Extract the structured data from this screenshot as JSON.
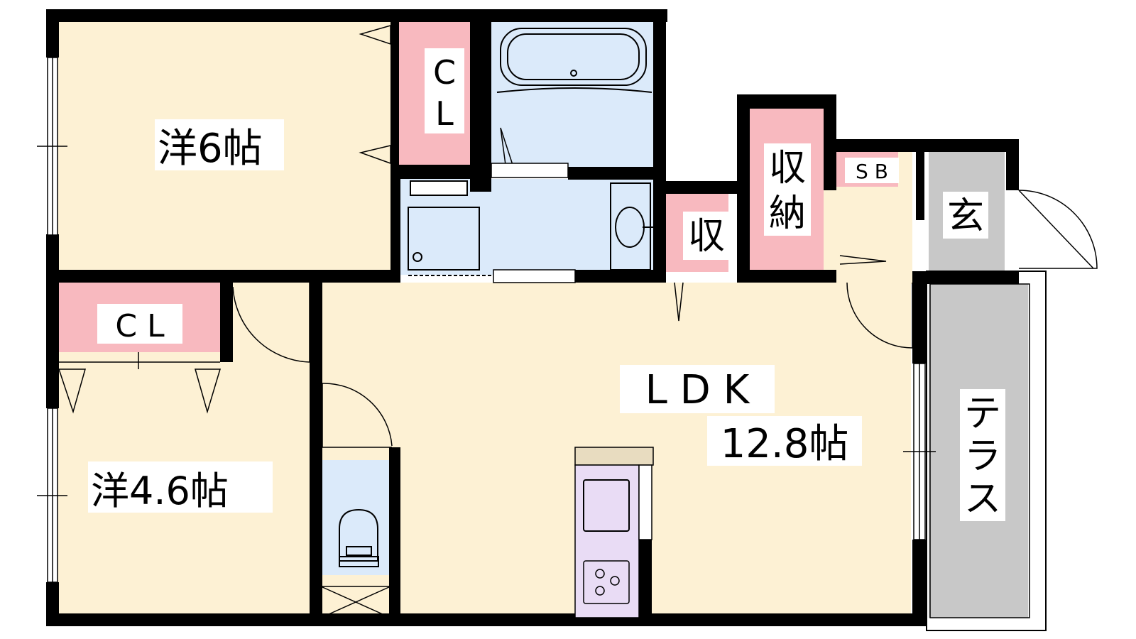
{
  "rooms": {
    "western_6": {
      "label": "洋6帖"
    },
    "western_46": {
      "label": "洋4.6帖"
    },
    "closet_top": {
      "label_line1": "C",
      "label_line2": "L"
    },
    "closet_left": {
      "label": "C L"
    },
    "ldk": {
      "label": "L D K",
      "size": "12.8帖"
    },
    "storage_small": {
      "label": "収"
    },
    "storage": {
      "label_line1": "収",
      "label_line2": "納"
    },
    "shoe_box": {
      "label": "S B"
    },
    "entrance": {
      "label": "玄"
    },
    "terrace": {
      "label_chars": [
        "テ",
        "ラ",
        "ス"
      ]
    }
  },
  "colors": {
    "room_floor": "#fdf1d4",
    "closet": "#f8b9bf",
    "wet_area": "#dbeafa",
    "kitchen": "#e9dcf5",
    "entrance_terrace": "#c8c8c8",
    "wall": "#000000"
  },
  "icons": [
    "bathtub-icon",
    "washbasin-icon",
    "washing-machine-icon",
    "toilet-icon",
    "stove-icon",
    "sink-icon",
    "door-swing-icon",
    "window-icon"
  ]
}
